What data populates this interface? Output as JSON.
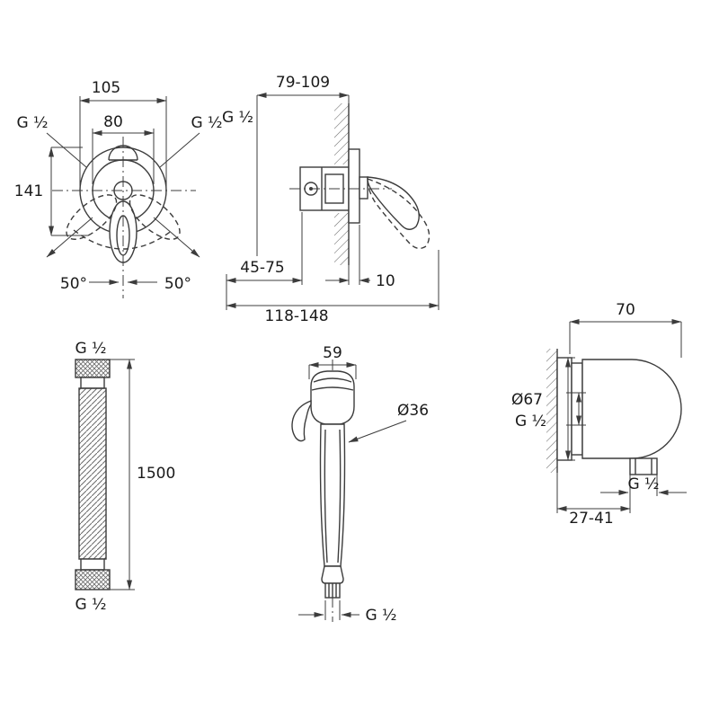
{
  "colors": {
    "background": "#ffffff",
    "line": "#3c3c3c",
    "text": "#1a1a1a"
  },
  "views": {
    "mixer_front": {
      "dim_width_outer": "105",
      "dim_width_inner": "80",
      "thread_left": "G ½",
      "thread_right": "G ½",
      "dim_height": "141",
      "angle_left": "50°",
      "angle_right": "50°"
    },
    "mixer_side": {
      "dim_depth_range": "79-109",
      "thread": "G ½",
      "dim_rough_in": "45-75",
      "dim_plate": "10",
      "dim_total": "118-148"
    },
    "hose": {
      "thread_top": "G ½",
      "dim_length": "1500",
      "thread_bottom": "G ½"
    },
    "hand_shower": {
      "dim_head_width": "59",
      "dim_handle_diameter": "Ø36",
      "thread": "G ½"
    },
    "wall_elbow": {
      "dim_width": "70",
      "dim_flange_diameter": "Ø67",
      "thread_inlet": "G ½",
      "thread_outlet": "G ½",
      "dim_outlet_depth": "27-41"
    }
  }
}
